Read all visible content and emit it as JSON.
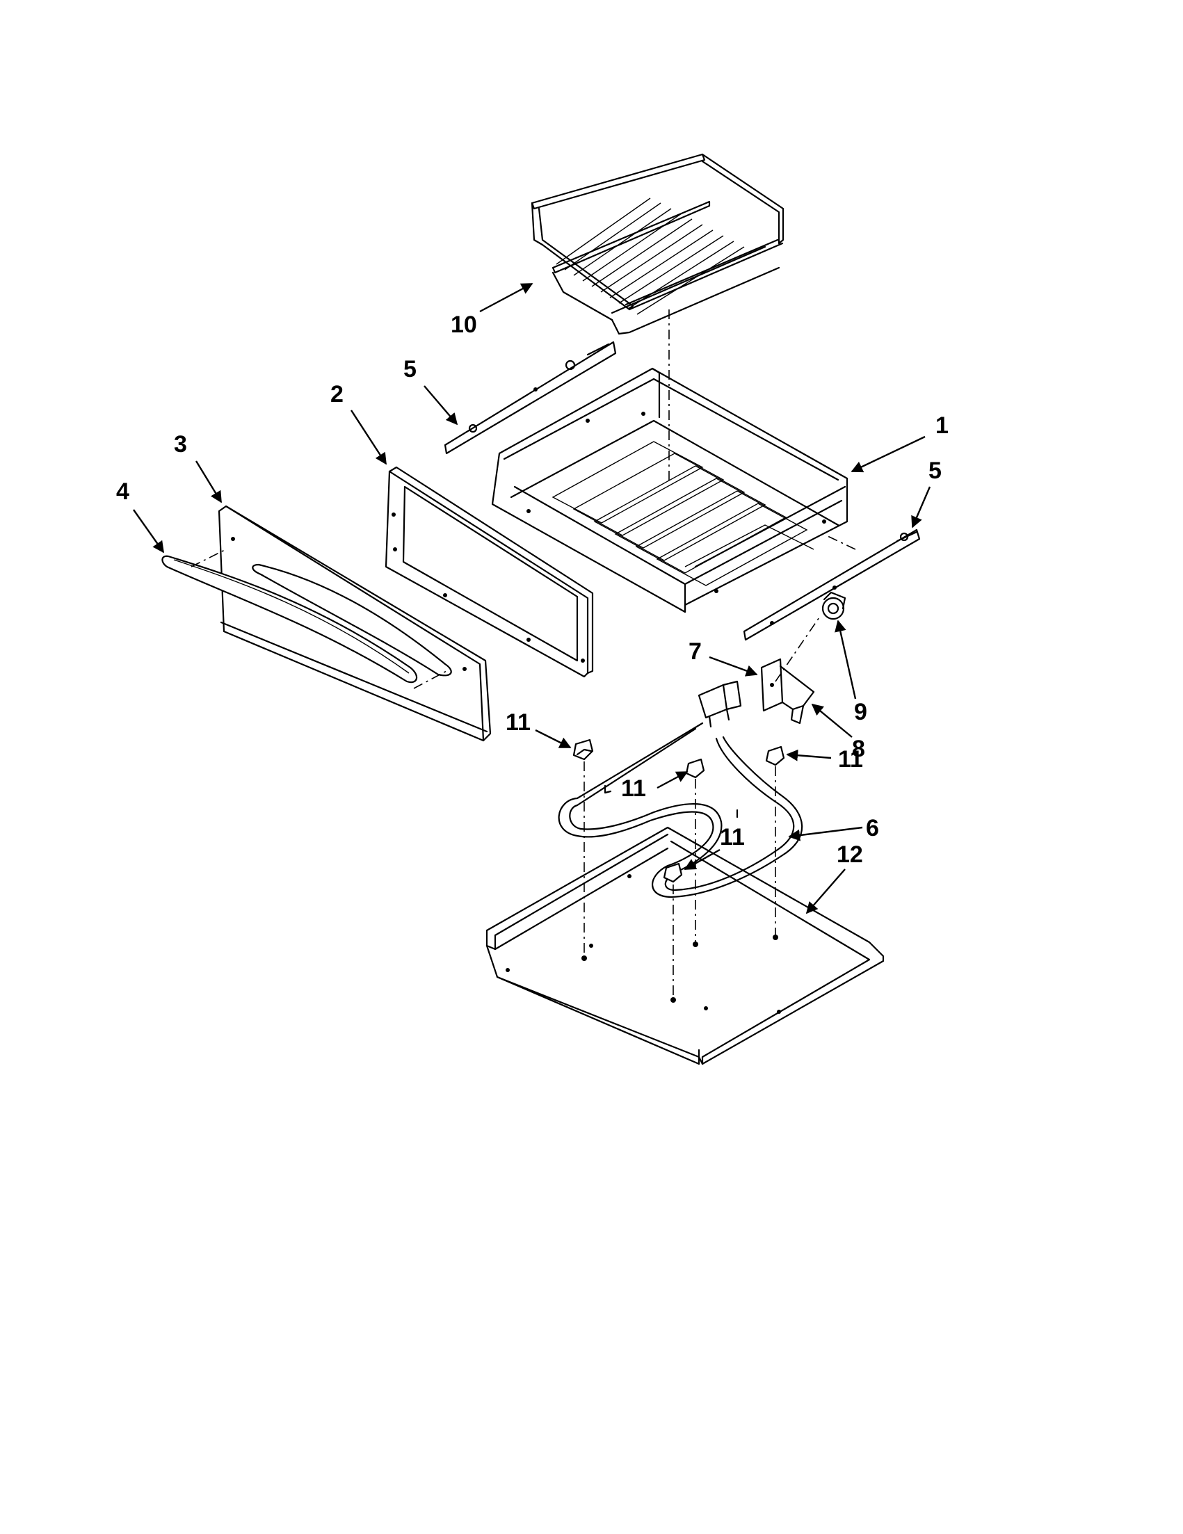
{
  "callouts": [
    {
      "id": "callout-1",
      "label": "1"
    },
    {
      "id": "callout-2",
      "label": "2"
    },
    {
      "id": "callout-3",
      "label": "3"
    },
    {
      "id": "callout-4",
      "label": "4"
    },
    {
      "id": "callout-5a",
      "label": "5"
    },
    {
      "id": "callout-5b",
      "label": "5"
    },
    {
      "id": "callout-6",
      "label": "6"
    },
    {
      "id": "callout-7",
      "label": "7"
    },
    {
      "id": "callout-8",
      "label": "8"
    },
    {
      "id": "callout-9",
      "label": "9"
    },
    {
      "id": "callout-10",
      "label": "10"
    },
    {
      "id": "callout-11a",
      "label": "11"
    },
    {
      "id": "callout-11b",
      "label": "11"
    },
    {
      "id": "callout-11c",
      "label": "11"
    },
    {
      "id": "callout-11d",
      "label": "11"
    },
    {
      "id": "callout-12",
      "label": "12"
    }
  ]
}
